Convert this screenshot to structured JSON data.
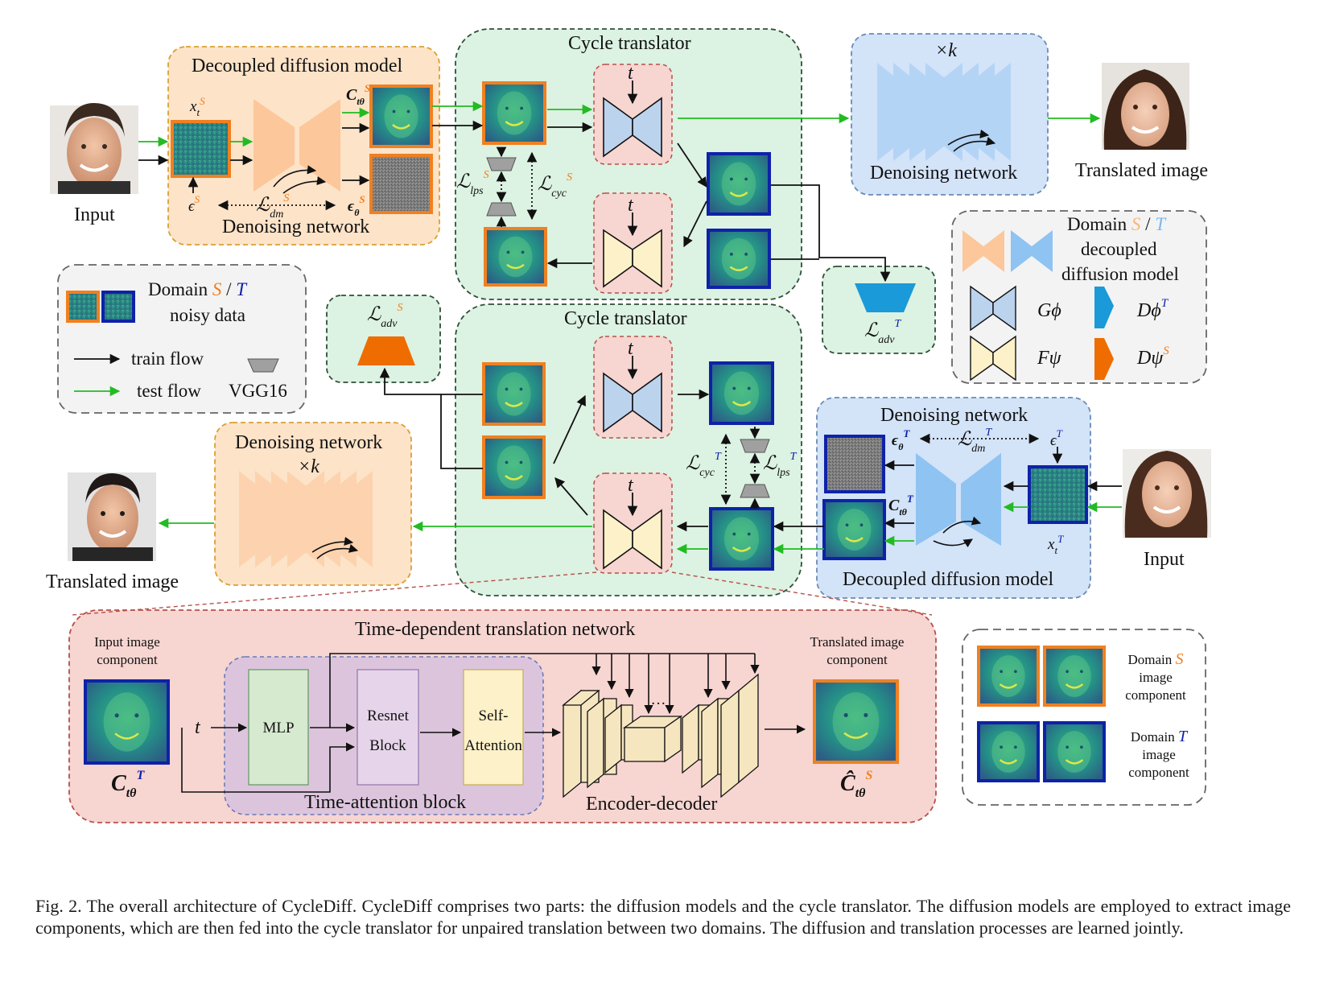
{
  "figure": {
    "caption": "Fig. 2.  The overall architecture of CycleDiff. CycleDiff comprises two parts: the diffusion models and the cycle translator. The diffusion models are employed to extract image components, which are then fed into the cycle translator for unpaired translation between two domains. The diffusion and translation processes are learned jointly."
  },
  "labels": {
    "input_top": "Input",
    "input_bottom": "Input",
    "translated_top": "Translated image",
    "translated_bottom": "Translated image",
    "decoupled_model_top": "Decoupled diffusion model",
    "decoupled_model_bottom": "Decoupled diffusion model",
    "denoising_network_top": "Denoising network",
    "denoising_network_bottom": "Denoising network",
    "denoising_network_k_top": "Denoising network",
    "denoising_network_k_bottom": "Denoising network",
    "times_k": "×k",
    "cycle_translator_top": "Cycle translator",
    "cycle_translator_bottom": "Cycle translator",
    "t": "t",
    "time_dependent_network": "Time-dependent translation network",
    "input_image_component_1": "Input image",
    "input_image_component_2": "component",
    "translated_image_component_1": "Translated image",
    "translated_image_component_2": "component",
    "mlp": "MLP",
    "resnet_1": "Resnet",
    "resnet_2": "Block",
    "self_attention_1": "Self-",
    "self_attention_2": "Attention",
    "time_attention_block": "Time-attention block",
    "encoder_decoder": "Encoder-decoder",
    "ellipsis": "···"
  },
  "legend_left": {
    "domain_word": "Domain",
    "domain_s": "S",
    "slash": "/",
    "domain_t": "T",
    "noisy_data": "noisy data",
    "train_flow": "train flow",
    "test_flow": "test flow",
    "vgg16": "VGG16"
  },
  "legend_right": {
    "domain_word": "Domain",
    "domain_s": "S",
    "slash": "/",
    "domain_t": "T",
    "decoupled": "decoupled",
    "diffusion_model": "diffusion model",
    "g_phi": "Gϕ",
    "f_psi": "Fψ",
    "d_phi_t": "Dϕ",
    "d_psi_s": "Dψ"
  },
  "legend_components": {
    "domain_s_1": "Domain",
    "domain_s_2": "image",
    "domain_s_3": "component",
    "domain_t_1": "Domain",
    "domain_t_2": "image",
    "domain_t_3": "component"
  },
  "colors": {
    "domain_s": "#f08020",
    "domain_t": "#0e22a8",
    "train_flow": "#111111",
    "test_flow": "#22bb22",
    "orange_panel": "#fde3c8",
    "green_panel": "#dcf2e2",
    "blue_panel": "#d3e3f8",
    "pink_panel": "#f7d5d1"
  }
}
